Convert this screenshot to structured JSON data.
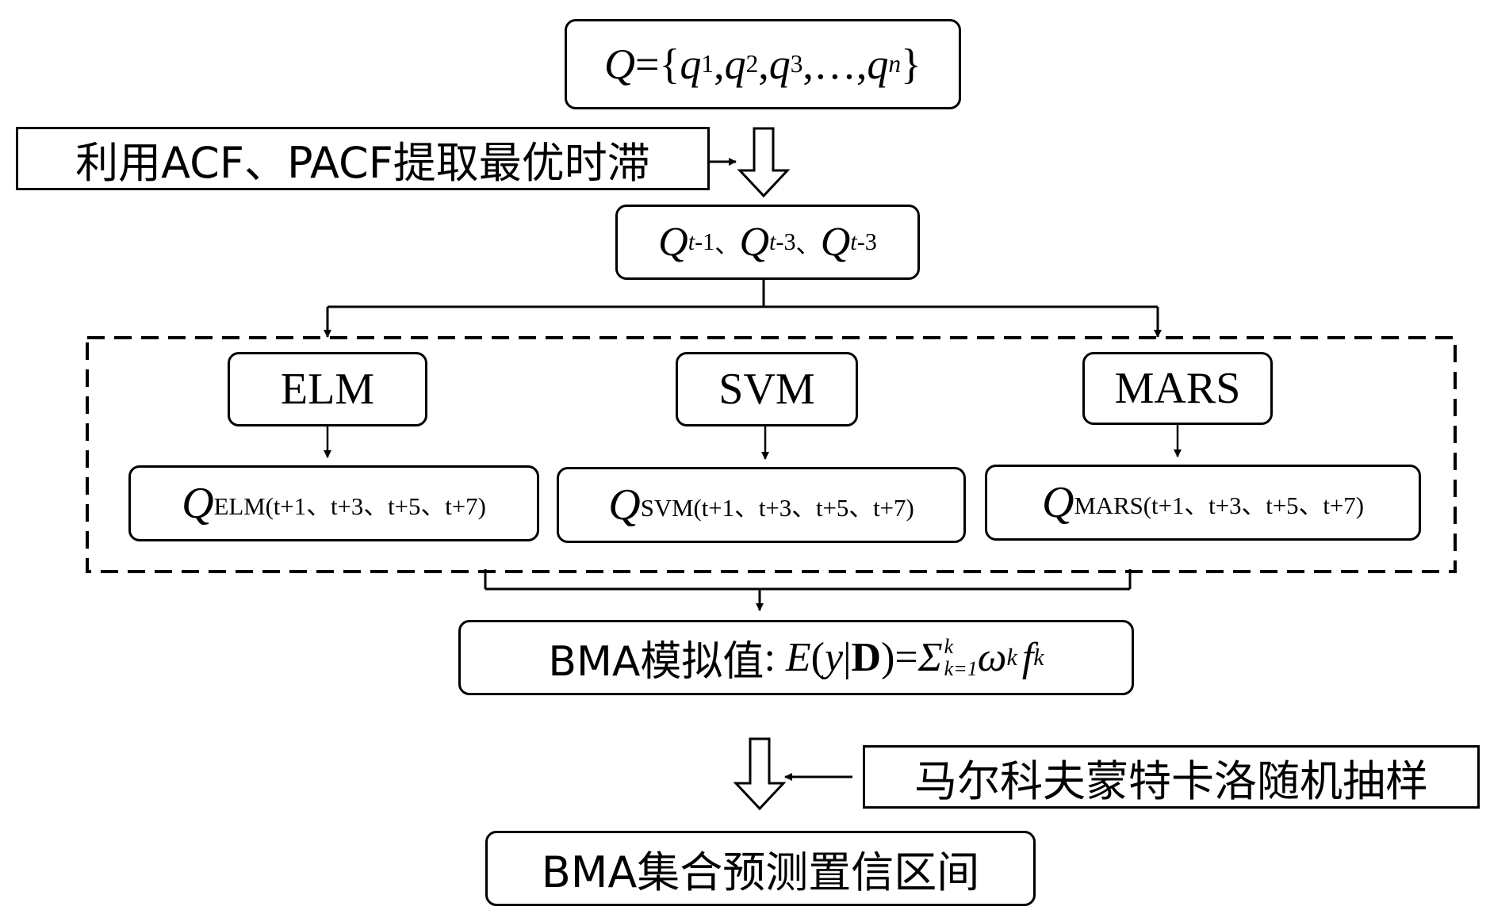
{
  "input_set": {
    "lhs": "Q",
    "eq": "=",
    "open": "{",
    "q": "q",
    "subs": [
      "1",
      "2",
      "3"
    ],
    "dots": "…",
    "last_sub": "n",
    "close": "}",
    "sep": ","
  },
  "step1_label": "利用ACF、PACF提取最优时滞",
  "lagged": {
    "q": "Q",
    "t": "t",
    "terms": [
      "-1",
      "-3",
      "-3"
    ],
    "sep": "、"
  },
  "models": [
    {
      "name": "ELM",
      "out_q": "Q",
      "out_sub": "ELM",
      "horizon": "(t+1、t+3、t+5、t+7)"
    },
    {
      "name": "SVM",
      "out_q": "Q",
      "out_sub": "SVM",
      "horizon": "(t+1、t+3、t+5、t+7)"
    },
    {
      "name": "MARS",
      "out_q": "Q",
      "out_sub": "MARS",
      "horizon": "(t+1、t+3、t+5、t+7)"
    }
  ],
  "bma": {
    "label": "BMA模拟值",
    "colon": ":",
    "E": "E",
    "y": "y",
    "bar": "|",
    "D": "D",
    "sigma": "Σ",
    "sup": "k",
    "sub": "k=1",
    "omega": "ω",
    "w_sub": "k",
    "f": "f",
    "f_sub": "k"
  },
  "sampling_label": "马尔科夫蒙特卡洛随机抽样",
  "final_label": "BMA集合预测置信区间"
}
